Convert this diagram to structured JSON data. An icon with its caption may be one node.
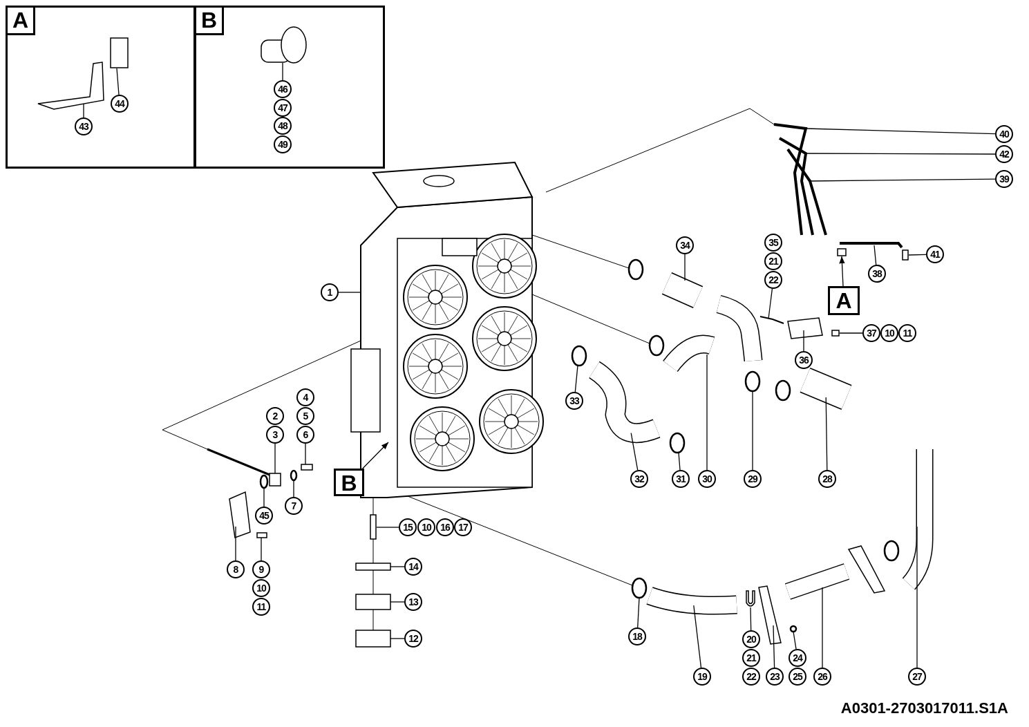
{
  "diagram": {
    "nodes": [
      {
        "text": [
          "A"
        ]
      },
      {
        "text": [
          "44"
        ],
        "in": 0
      },
      {
        "text": [
          "43"
        ],
        "in": 0
      },
      {
        "text": [
          "B"
        ]
      },
      {
        "text": [
          "46"
        ],
        "in": 3
      },
      {
        "text": [
          "47"
        ],
        "in": 3
      },
      {
        "text": [
          "48"
        ],
        "in": 3
      },
      {
        "text": [
          "49"
        ],
        "in": 3
      },
      {
        "text": [
          "40"
        ]
      },
      {
        "text": [
          "42"
        ]
      },
      {
        "text": [
          "39"
        ]
      },
      {
        "text": [
          "35"
        ]
      },
      {
        "text": [
          "21"
        ]
      },
      {
        "text": [
          "22"
        ]
      },
      {
        "text": [
          "34"
        ]
      },
      {
        "text": [
          "41"
        ]
      },
      {
        "text": [
          "38"
        ]
      },
      {
        "text": [
          "A"
        ]
      },
      {
        "text": [
          "1"
        ]
      },
      {
        "text": [
          "37"
        ]
      },
      {
        "text": [
          "10"
        ]
      },
      {
        "text": [
          "11"
        ]
      },
      {
        "text": [
          "36"
        ]
      },
      {
        "text": [
          "33"
        ]
      },
      {
        "text": [
          "4"
        ]
      },
      {
        "text": [
          "5"
        ]
      },
      {
        "text": [
          "6"
        ]
      },
      {
        "text": [
          "2"
        ]
      },
      {
        "text": [
          "3"
        ]
      },
      {
        "text": [
          "32"
        ]
      },
      {
        "text": [
          "31"
        ]
      },
      {
        "text": [
          "30"
        ]
      },
      {
        "text": [
          "29"
        ]
      },
      {
        "text": [
          "28"
        ]
      },
      {
        "text": [
          "7"
        ]
      },
      {
        "text": [
          "45"
        ]
      },
      {
        "text": [
          "B"
        ]
      },
      {
        "text": [
          "15"
        ]
      },
      {
        "text": [
          "10"
        ]
      },
      {
        "text": [
          "16"
        ]
      },
      {
        "text": [
          "17"
        ]
      },
      {
        "text": [
          "27"
        ]
      },
      {
        "text": [
          "8"
        ]
      },
      {
        "text": [
          "9"
        ]
      },
      {
        "text": [
          "10"
        ]
      },
      {
        "text": [
          "11"
        ]
      },
      {
        "text": [
          "14"
        ]
      },
      {
        "text": [
          "13"
        ]
      },
      {
        "text": [
          "18"
        ]
      },
      {
        "text": [
          "12"
        ]
      },
      {
        "text": [
          "26"
        ]
      },
      {
        "text": [
          "20"
        ]
      },
      {
        "text": [
          "21"
        ]
      },
      {
        "text": [
          "22"
        ]
      },
      {
        "text": [
          "23"
        ]
      },
      {
        "text": [
          "24"
        ]
      },
      {
        "text": [
          "25"
        ]
      },
      {
        "text": [
          "19"
        ]
      },
      {
        "text": [],
        "shape": "box",
        "in": 0
      },
      {
        "text": [],
        "shape": "picture",
        "in": 0
      },
      {
        "text": [],
        "shape": "picture",
        "in": 3
      },
      {
        "text": [],
        "shape": "picture"
      },
      {
        "text": [],
        "shape": "picture"
      },
      {
        "text": [],
        "shape": "picture"
      },
      {
        "text": [],
        "shape": "picture"
      },
      {
        "text": [],
        "shape": "picture"
      },
      {
        "text": [],
        "shape": "box"
      },
      {
        "text": [],
        "shape": "picture"
      },
      {
        "text": [],
        "shape": "box"
      },
      {
        "text": [],
        "shape": "picture"
      },
      {
        "text": [],
        "shape": "box"
      },
      {
        "text": [],
        "shape": "picture"
      },
      {
        "text": [],
        "shape": "circle"
      },
      {
        "text": [],
        "shape": "box"
      },
      {
        "text": [],
        "shape": "picture"
      },
      {
        "text": [],
        "shape": "picture"
      },
      {
        "text": [],
        "shape": "circle"
      },
      {
        "text": [],
        "shape": "picture"
      },
      {
        "text": [],
        "shape": "circle"
      },
      {
        "text": [],
        "shape": "picture"
      },
      {
        "text": [],
        "shape": "circle"
      },
      {
        "text": [],
        "shape": "circle"
      },
      {
        "text": [],
        "shape": "box"
      },
      {
        "text": [],
        "shape": "picture"
      },
      {
        "text": [],
        "shape": "picture"
      },
      {
        "text": [],
        "shape": "box"
      },
      {
        "text": [],
        "shape": "box"
      },
      {
        "text": [],
        "shape": "box"
      },
      {
        "text": [],
        "shape": "circle"
      },
      {
        "text": [],
        "shape": "box"
      },
      {
        "text": [],
        "shape": "picture"
      },
      {
        "text": [],
        "shape": "picture"
      },
      {
        "text": [],
        "shape": "picture"
      },
      {
        "text": [],
        "shape": "circle"
      },
      {
        "text": [],
        "shape": "picture"
      },
      {
        "text": [],
        "shape": "circle"
      },
      {
        "text": [],
        "shape": "circle"
      }
    ],
    "edges": [
      {
        "from": 1,
        "to": 58,
        "arrow": "none"
      },
      {
        "from": 2,
        "to": 59,
        "arrow": "none"
      },
      {
        "from": 4,
        "to": 60,
        "arrow": "none"
      },
      {
        "from": 8,
        "to": 61,
        "arrow": "none"
      },
      {
        "from": 9,
        "to": 62,
        "arrow": "none"
      },
      {
        "from": 10,
        "to": 63,
        "arrow": "none"
      },
      {
        "from": 13,
        "to": 64,
        "arrow": "none"
      },
      {
        "from": 14,
        "to": 65,
        "arrow": "none"
      },
      {
        "from": 15,
        "to": 66,
        "arrow": "none"
      },
      {
        "from": 16,
        "to": 67,
        "arrow": "none"
      },
      {
        "from": 17,
        "to": 68,
        "arrow": "to"
      },
      {
        "from": 18,
        "to": 69,
        "arrow": "none"
      },
      {
        "from": 19,
        "to": 70,
        "arrow": "none"
      },
      {
        "from": 22,
        "to": 71,
        "arrow": "none"
      },
      {
        "from": 23,
        "to": 72,
        "arrow": "none"
      },
      {
        "from": 26,
        "to": 73,
        "arrow": "none"
      },
      {
        "from": 28,
        "to": 74,
        "arrow": "none"
      },
      {
        "from": 29,
        "to": 75,
        "arrow": "none"
      },
      {
        "from": 30,
        "to": 76,
        "arrow": "none"
      },
      {
        "from": 31,
        "to": 77,
        "arrow": "none"
      },
      {
        "from": 32,
        "to": 78,
        "arrow": "none"
      },
      {
        "from": 33,
        "to": 79,
        "arrow": "none"
      },
      {
        "from": 34,
        "to": 80,
        "arrow": "none"
      },
      {
        "from": 35,
        "to": 81,
        "arrow": "none"
      },
      {
        "from": 36,
        "to": 69,
        "arrow": "to"
      },
      {
        "from": 37,
        "to": 82,
        "arrow": "none"
      },
      {
        "from": 41,
        "to": 83,
        "arrow": "none"
      },
      {
        "from": 42,
        "to": 84,
        "arrow": "none"
      },
      {
        "from": 43,
        "to": 85,
        "arrow": "none"
      },
      {
        "from": 46,
        "to": 86,
        "arrow": "none"
      },
      {
        "from": 47,
        "to": 87,
        "arrow": "none"
      },
      {
        "from": 48,
        "to": 88,
        "arrow": "none"
      },
      {
        "from": 49,
        "to": 89,
        "arrow": "none"
      },
      {
        "from": 50,
        "to": 90,
        "arrow": "none"
      },
      {
        "from": 51,
        "to": 91,
        "arrow": "none"
      },
      {
        "from": 54,
        "to": 92,
        "arrow": "none"
      },
      {
        "from": 55,
        "to": 93,
        "arrow": "none"
      },
      {
        "from": 57,
        "to": 94,
        "arrow": "none"
      },
      {
        "from": 69,
        "to": 61,
        "arrow": "none"
      },
      {
        "from": 69,
        "to": 74,
        "arrow": "none"
      },
      {
        "from": 69,
        "to": 95,
        "arrow": "none"
      },
      {
        "from": 69,
        "to": 96,
        "arrow": "none"
      },
      {
        "from": 69,
        "to": 88,
        "arrow": "none"
      },
      {
        "from": 69,
        "to": 82,
        "arrow": "none"
      },
      {
        "from": 82,
        "to": 86,
        "arrow": "none"
      },
      {
        "from": 86,
        "to": 87,
        "arrow": "none"
      },
      {
        "from": 87,
        "to": 89,
        "arrow": "none"
      }
    ],
    "labels": [
      "A0301-2703017011.S1A"
    ]
  }
}
